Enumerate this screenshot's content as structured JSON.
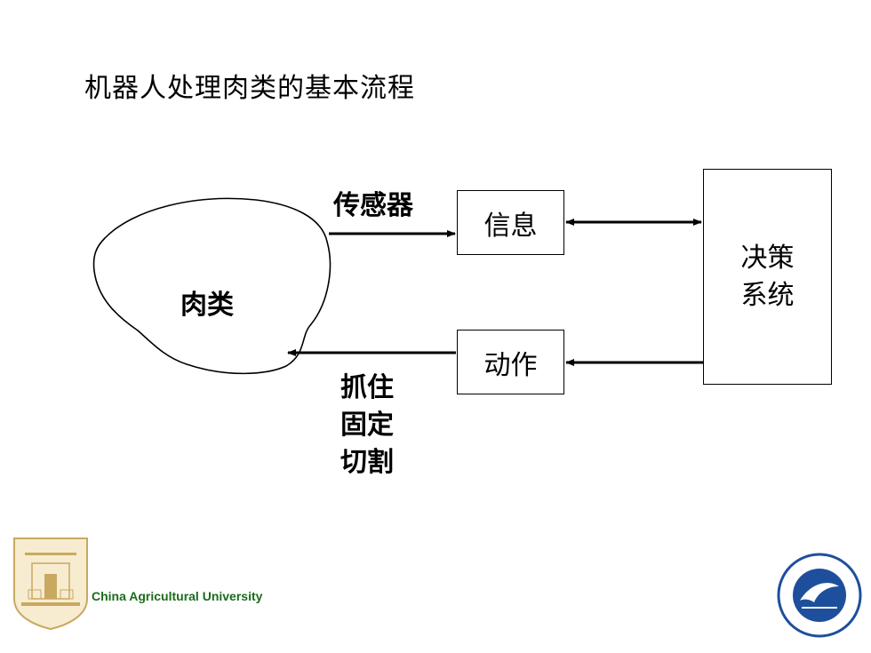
{
  "slide": {
    "title": "机器人处理肉类的基本流程"
  },
  "diagram": {
    "meat_label": "肉类",
    "sensor_label": "传感器",
    "info_box": "信息",
    "action_box": "动作",
    "decision_box": [
      "决策",
      "系统"
    ],
    "action_labels": [
      "抓住",
      "固定",
      "切割"
    ]
  },
  "footer": {
    "university": "China Agricultural University"
  },
  "colors": {
    "footer_text": "#1a6b1a",
    "cau_logo": "#c9a860",
    "engineering_logo": "#1e4f9c"
  }
}
